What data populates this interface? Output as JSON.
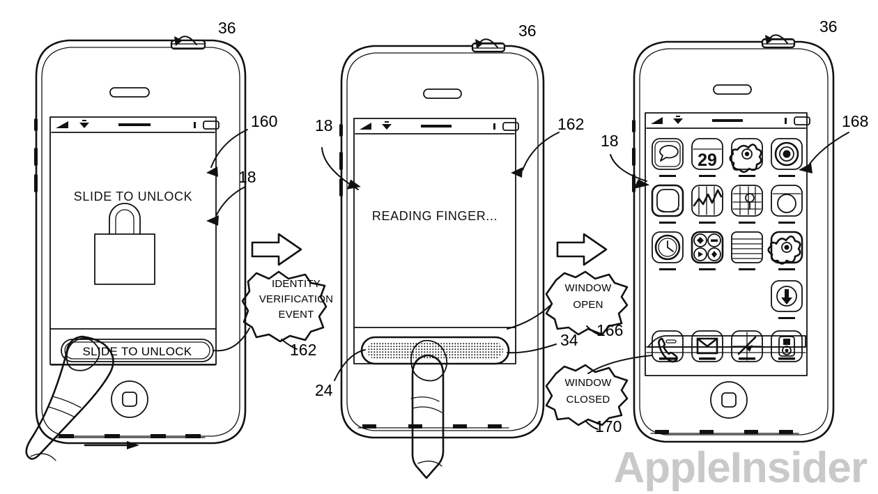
{
  "figure": {
    "title": "iPhone fingerprint unlock sequence patent figure",
    "watermark": "AppleInsider"
  },
  "panels": [
    {
      "id": "panel-left",
      "ref_labels": [
        {
          "name": "36",
          "text": "36"
        },
        {
          "name": "160",
          "text": "160"
        },
        {
          "name": "18",
          "text": "18"
        }
      ],
      "status_bar": {
        "signal_icon": "signal-bars-icon",
        "wifi_icon": "wifi-icon",
        "carrier_icon": "carrier-label-icon",
        "bluetooth_icon": "bluetooth-icon",
        "battery_icon": "battery-icon"
      },
      "screen": {
        "heading": "SLIDE TO UNLOCK",
        "lock_icon": "padlock-icon",
        "slider_label": "SLIDE TO UNLOCK"
      },
      "home_button_icon": "home-button-icon",
      "finger_icon": "finger-icon",
      "swipe_arrow_icon": "swipe-right-arrow-icon"
    },
    {
      "id": "panel-middle",
      "ref_labels": [
        {
          "name": "36",
          "text": "36"
        },
        {
          "name": "18",
          "text": "18"
        },
        {
          "name": "162",
          "text": "162"
        },
        {
          "name": "24",
          "text": "24"
        },
        {
          "name": "34",
          "text": "34"
        }
      ],
      "status_bar": {
        "signal_icon": "signal-bars-icon",
        "wifi_icon": "wifi-icon",
        "carrier_icon": "carrier-label-icon",
        "bluetooth_icon": "bluetooth-icon",
        "battery_icon": "battery-icon"
      },
      "screen": {
        "heading": "READING FINGER..."
      },
      "sensor_strip_icon": "fingerprint-sensor-strip-icon",
      "finger_icon": "finger-icon"
    },
    {
      "id": "panel-right",
      "ref_labels": [
        {
          "name": "36",
          "text": "36"
        },
        {
          "name": "18",
          "text": "18"
        },
        {
          "name": "168",
          "text": "168"
        }
      ],
      "status_bar": {
        "signal_icon": "signal-bars-icon",
        "wifi_icon": "wifi-icon",
        "carrier_icon": "carrier-label-icon",
        "bluetooth_icon": "bluetooth-icon",
        "battery_icon": "battery-icon"
      },
      "home_screen": {
        "grid_rows": [
          [
            "messages-icon",
            "calendar-icon",
            "photos-icon",
            "camera-icon"
          ],
          [
            "youtube-icon",
            "stocks-icon",
            "maps-icon",
            "weather-icon"
          ],
          [
            "clock-icon",
            "calculator-icon",
            "notes-icon",
            "settings-icon"
          ],
          [
            null,
            null,
            null,
            "itunes-download-icon"
          ]
        ],
        "calendar_day_number": "29",
        "dock_icons": [
          "phone-icon",
          "mail-icon",
          "safari-icon",
          "ipod-icon"
        ]
      },
      "home_button_icon": "home-button-icon"
    }
  ],
  "transitions": [
    {
      "name": "identity-verification",
      "arrow_icon": "right-arrow-icon",
      "burst_lines": [
        "IDENTITY",
        "VERIFICATION",
        "EVENT"
      ],
      "ref": "162"
    },
    {
      "name": "window-open",
      "arrow_icon": "right-arrow-icon",
      "burst_lines": [
        "WINDOW",
        "OPEN"
      ],
      "ref": "166"
    },
    {
      "name": "window-closed",
      "arrow_icon": null,
      "burst_lines": [
        "WINDOW",
        "CLOSED"
      ],
      "ref": "170"
    }
  ]
}
